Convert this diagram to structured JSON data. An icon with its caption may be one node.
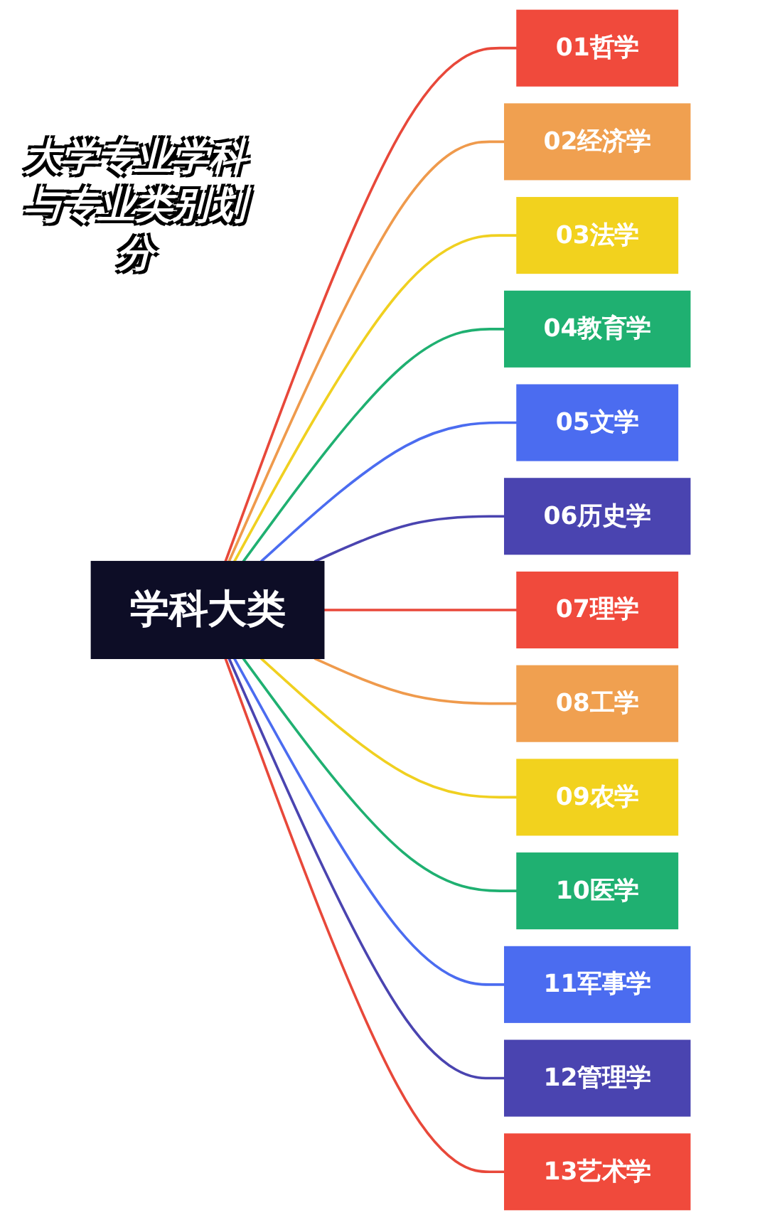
{
  "diagram": {
    "title": "大学专业学科与专业类别划分",
    "nodes": [
      {
        "text": [
          "学科大类"
        ]
      },
      {
        "text": [
          "01哲学"
        ]
      },
      {
        "text": [
          "02经济学"
        ]
      },
      {
        "text": [
          "03法学"
        ]
      },
      {
        "text": [
          "04教育学"
        ]
      },
      {
        "text": [
          "05文学"
        ]
      },
      {
        "text": [
          "06历史学"
        ]
      },
      {
        "text": [
          "07理学"
        ]
      },
      {
        "text": [
          "08工学"
        ]
      },
      {
        "text": [
          "09农学"
        ]
      },
      {
        "text": [
          "10医学"
        ]
      },
      {
        "text": [
          "11军事学"
        ]
      },
      {
        "text": [
          "12管理学"
        ]
      },
      {
        "text": [
          "13艺术学"
        ]
      }
    ],
    "edges": [
      {
        "from": 0,
        "to": 1,
        "arrow": "none",
        "color": "#e8483a"
      },
      {
        "from": 0,
        "to": 2,
        "arrow": "none",
        "color": "#ef9a4c"
      },
      {
        "from": 0,
        "to": 3,
        "arrow": "none",
        "color": "#f0d020"
      },
      {
        "from": 0,
        "to": 4,
        "arrow": "none",
        "color": "#1fb071"
      },
      {
        "from": 0,
        "to": 5,
        "arrow": "none",
        "color": "#4b6cf0"
      },
      {
        "from": 0,
        "to": 6,
        "arrow": "none",
        "color": "#4a44b0"
      },
      {
        "from": 0,
        "to": 7,
        "arrow": "none",
        "color": "#e8483a"
      },
      {
        "from": 0,
        "to": 8,
        "arrow": "none",
        "color": "#ef9a4c"
      },
      {
        "from": 0,
        "to": 9,
        "arrow": "none",
        "color": "#f0d020"
      },
      {
        "from": 0,
        "to": 10,
        "arrow": "none",
        "color": "#1fb071"
      },
      {
        "from": 0,
        "to": 11,
        "arrow": "none",
        "color": "#4b6cf0"
      },
      {
        "from": 0,
        "to": 12,
        "arrow": "none",
        "color": "#4a44b0"
      },
      {
        "from": 0,
        "to": 13,
        "arrow": "none",
        "color": "#e8483a"
      }
    ]
  }
}
